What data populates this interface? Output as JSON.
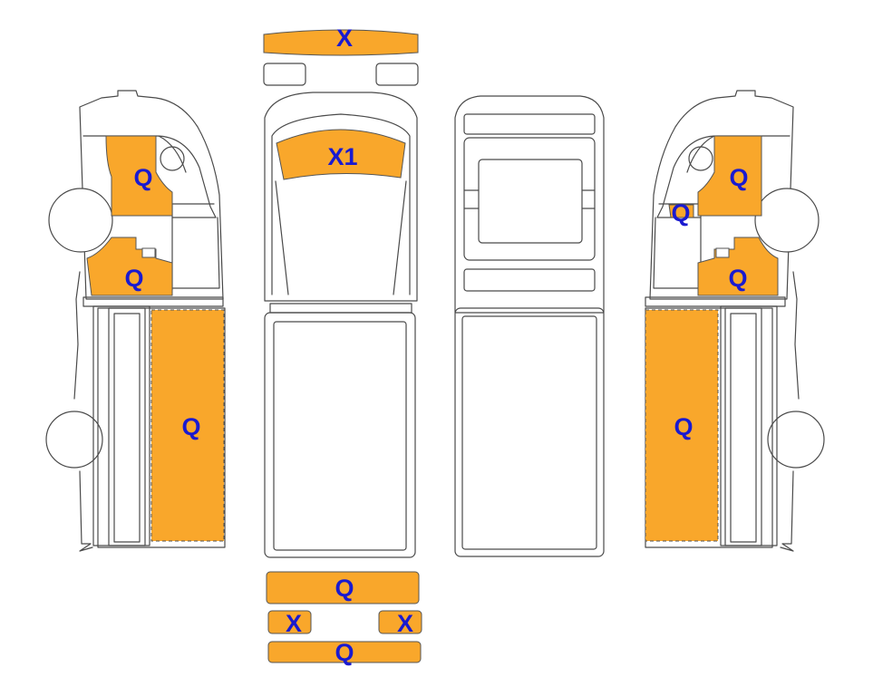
{
  "colors": {
    "panel_fill": "#F9A72B",
    "label_text": "#1A1AD0",
    "outline": "#4a4a4a",
    "background": "#ffffff"
  },
  "views": {
    "left_side": {
      "upper_door": "Q",
      "lower_panel": "Q",
      "cargo_side": "Q"
    },
    "front_top": {
      "front_bumper_strip": "X",
      "windshield": "X1"
    },
    "rear": {
      "upper_bar": "Q",
      "left_corner": "X",
      "right_corner": "X",
      "lower_bar": "Q"
    },
    "right_side": {
      "upper_door": "Q",
      "mirror_area": "Q",
      "lower_panel": "Q",
      "cargo_side": "Q"
    }
  }
}
